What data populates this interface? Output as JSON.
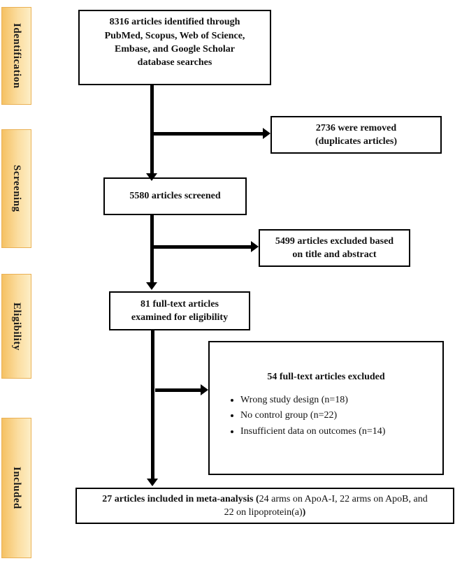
{
  "sidebar": {
    "stages": [
      {
        "label": "Identification"
      },
      {
        "label": "Screening"
      },
      {
        "label": "Eligibility"
      },
      {
        "label": "Included"
      }
    ]
  },
  "boxes": {
    "identified": {
      "text": "8316 articles identified through\nPubMed, Scopus, Web of Science,\nEmbase, and Google Scholar\ndatabase searches"
    },
    "duplicates": {
      "text": "2736 were removed\n(duplicates articles)"
    },
    "screened": {
      "text": "5580 articles screened"
    },
    "title_abstract_excluded": {
      "text": "5499 articles excluded based\non title and abstract"
    },
    "eligibility": {
      "text": "81 full-text articles\nexamined for eligibility"
    },
    "fulltext_excluded": {
      "heading": "54 full-text articles excluded",
      "bullets": [
        "Wrong study design (n=18)",
        "No control group (n=22)",
        "Insufficient data on outcomes (n=14)"
      ]
    },
    "included": {
      "bold_prefix": "27 articles included in meta-analysis (",
      "detail": "24 arms on ApoA-I, 22 arms on ApoB, and\n22 on lipoprotein(a)",
      "bold_suffix": ")"
    }
  },
  "colors": {
    "stage_gradient_left": "#f5c163",
    "stage_gradient_right": "#fdeec6",
    "stage_border": "#eab054",
    "box_border": "#000000",
    "arrow": "#000000",
    "text": "#111111",
    "background": "#ffffff"
  }
}
